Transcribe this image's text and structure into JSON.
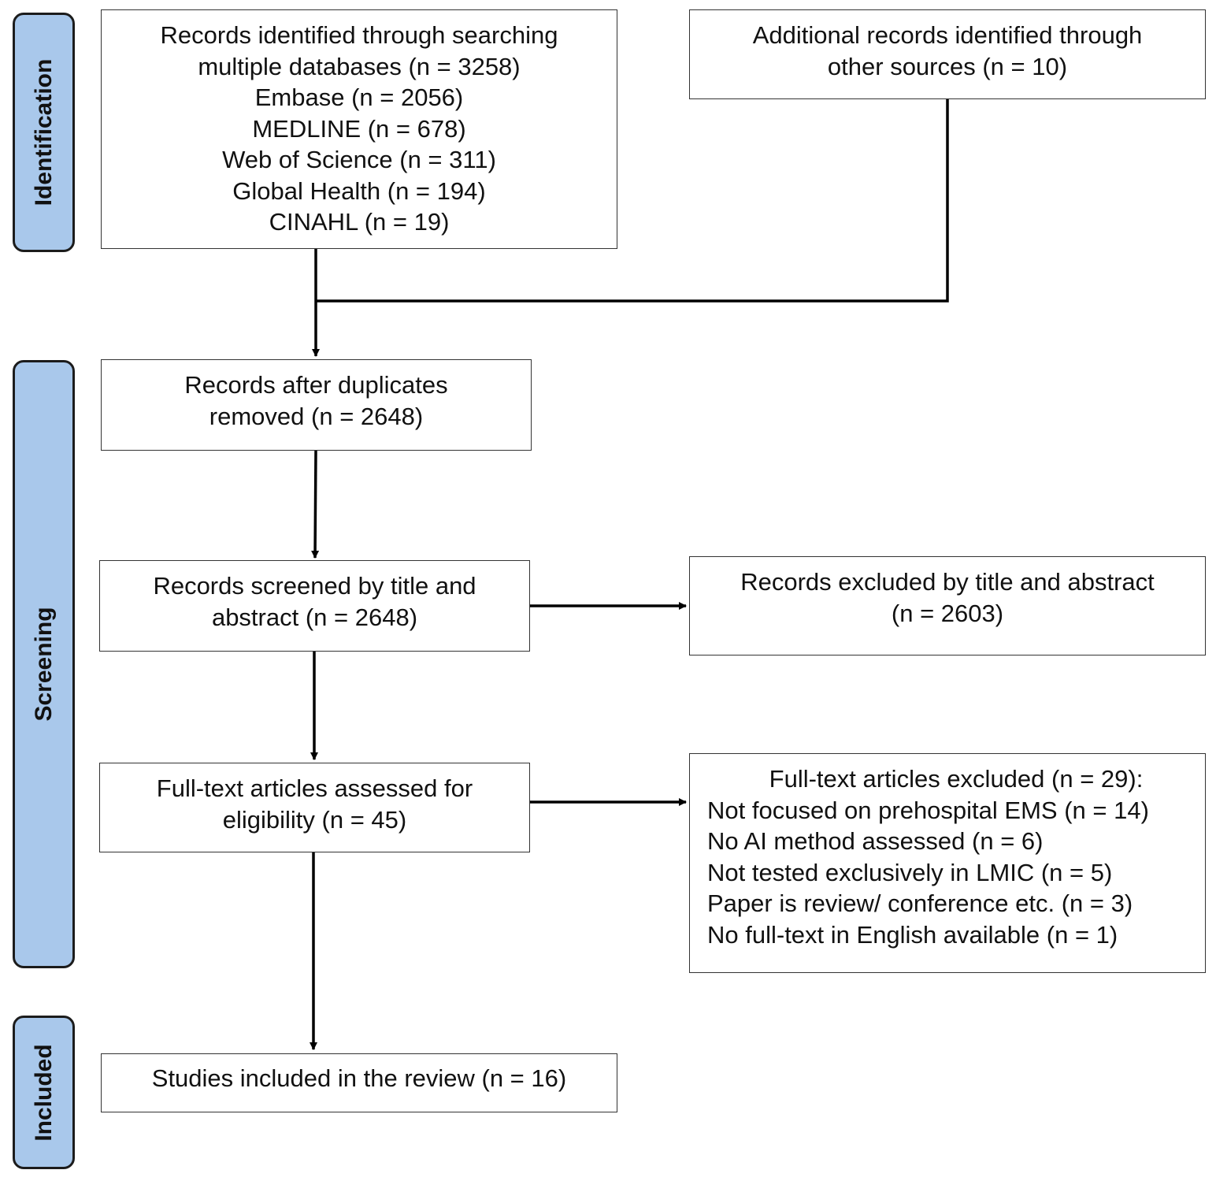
{
  "stages": {
    "identification": "Identification",
    "screening": "Screening",
    "included": "Included"
  },
  "boxes": {
    "database_search": [
      "Records identified through searching",
      "multiple databases (n = 3258)",
      "Embase (n = 2056)",
      "MEDLINE (n = 678)",
      "Web of Science (n = 311)",
      "Global Health (n = 194)",
      "CINAHL (n = 19)"
    ],
    "other_sources": [
      "Additional records identified through",
      "other sources (n = 10)"
    ],
    "after_duplicates": [
      "Records after duplicates",
      "removed (n = 2648)"
    ],
    "screened": [
      "Records screened by title and",
      "abstract (n = 2648)"
    ],
    "excluded_screening": [
      "Records excluded by title and abstract",
      "(n = 2603)"
    ],
    "full_text_assessed": [
      "Full-text articles assessed for",
      "eligibility (n = 45)"
    ],
    "full_text_excluded": [
      "Full-text articles excluded (n = 29):",
      "Not focused on prehospital EMS (n = 14)",
      "No AI method assessed (n = 6)",
      "Not tested exclusively in LMIC (n = 5)",
      "Paper is review/ conference etc. (n = 3)",
      "No full-text in English available (n = 1)"
    ],
    "included_studies": [
      "Studies included in the review (n = 16)"
    ]
  }
}
